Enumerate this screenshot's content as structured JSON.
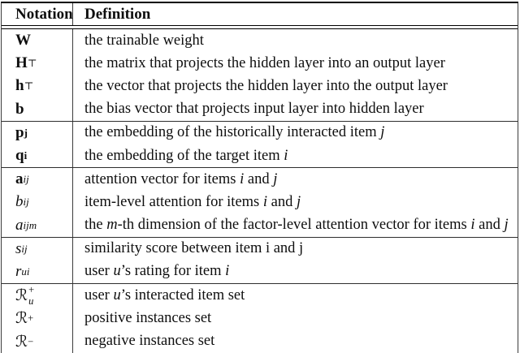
{
  "table": {
    "header": {
      "notation": "Notation",
      "definition": "Definition"
    },
    "colors": {
      "text": "#0e0e0e",
      "rule_heavy": "#000000",
      "rule_light": "#3c3c3c",
      "background": "#ffffff"
    },
    "groups": [
      {
        "rows": [
          {
            "notation": [
              {
                "t": "W",
                "b": true
              }
            ],
            "definition": [
              {
                "t": "the trainable weight"
              }
            ]
          },
          {
            "notation": [
              {
                "t": "H",
                "b": true
              },
              {
                "t": "⊤",
                "sup": true
              }
            ],
            "definition": [
              {
                "t": "the matrix that projects the hidden layer into an output layer"
              }
            ]
          },
          {
            "notation": [
              {
                "t": "h",
                "b": true
              },
              {
                "t": "⊤",
                "sup": true
              }
            ],
            "definition": [
              {
                "t": "the vector that projects the hidden layer into the output layer"
              }
            ]
          },
          {
            "notation": [
              {
                "t": "b",
                "b": true
              }
            ],
            "definition": [
              {
                "t": "the bias vector that projects input layer into hidden layer"
              }
            ]
          }
        ]
      },
      {
        "rows": [
          {
            "notation": [
              {
                "t": "p",
                "b": true
              },
              {
                "t": "j",
                "b": true,
                "sub": true
              }
            ],
            "definition": [
              {
                "t": "the embedding of the historically interacted item "
              },
              {
                "t": "j",
                "i": true
              }
            ]
          },
          {
            "notation": [
              {
                "t": "q",
                "b": true
              },
              {
                "t": "i",
                "b": true,
                "sub": true
              }
            ],
            "definition": [
              {
                "t": "the embedding of the target item "
              },
              {
                "t": "i",
                "i": true
              }
            ]
          }
        ]
      },
      {
        "rows": [
          {
            "notation": [
              {
                "t": "a",
                "b": true
              },
              {
                "t": "ij",
                "i": true,
                "sub": true
              }
            ],
            "definition": [
              {
                "t": "attention vector for items "
              },
              {
                "t": "i",
                "i": true
              },
              {
                "t": " and "
              },
              {
                "t": "j",
                "i": true
              }
            ]
          },
          {
            "notation": [
              {
                "t": "b",
                "i": true
              },
              {
                "t": "ij",
                "i": true,
                "sub": true
              }
            ],
            "definition": [
              {
                "t": "item-level attention for items "
              },
              {
                "t": "i",
                "i": true
              },
              {
                "t": " and "
              },
              {
                "t": "j",
                "i": true
              }
            ]
          },
          {
            "notation": [
              {
                "t": "a",
                "i": true
              },
              {
                "t": "ijm",
                "i": true,
                "sub": true
              }
            ],
            "definition": [
              {
                "t": "the "
              },
              {
                "t": "m",
                "i": true
              },
              {
                "t": "-th dimension of the factor-level attention vector for items "
              },
              {
                "t": "i",
                "i": true
              },
              {
                "t": " and "
              },
              {
                "t": "j",
                "i": true
              }
            ]
          }
        ]
      },
      {
        "rows": [
          {
            "notation": [
              {
                "t": "s",
                "i": true
              },
              {
                "t": "ij",
                "i": true,
                "sub": true
              }
            ],
            "definition": [
              {
                "t": "similarity score between item i and j"
              }
            ]
          },
          {
            "notation": [
              {
                "t": "r",
                "i": true
              },
              {
                "t": "ui",
                "i": true,
                "sub": true
              }
            ],
            "definition": [
              {
                "t": "user "
              },
              {
                "t": "u",
                "i": true
              },
              {
                "t": "’s rating for item "
              },
              {
                "t": "i",
                "i": true
              }
            ]
          }
        ]
      },
      {
        "rows": [
          {
            "notation": [
              {
                "t": "ℛ",
                "cal": true
              },
              {
                "stack": {
                  "sup": "+",
                  "sub": "u",
                  "sub_italic": true
                }
              }
            ],
            "definition": [
              {
                "t": "user "
              },
              {
                "t": "u",
                "i": true
              },
              {
                "t": "’s interacted item set"
              }
            ]
          },
          {
            "notation": [
              {
                "t": "ℛ",
                "cal": true
              },
              {
                "t": "+",
                "sup": true
              }
            ],
            "definition": [
              {
                "t": "positive instances set"
              }
            ]
          },
          {
            "notation": [
              {
                "t": "ℛ",
                "cal": true
              },
              {
                "t": "−",
                "sup": true
              }
            ],
            "definition": [
              {
                "t": "negative instances set"
              }
            ]
          }
        ]
      }
    ]
  }
}
